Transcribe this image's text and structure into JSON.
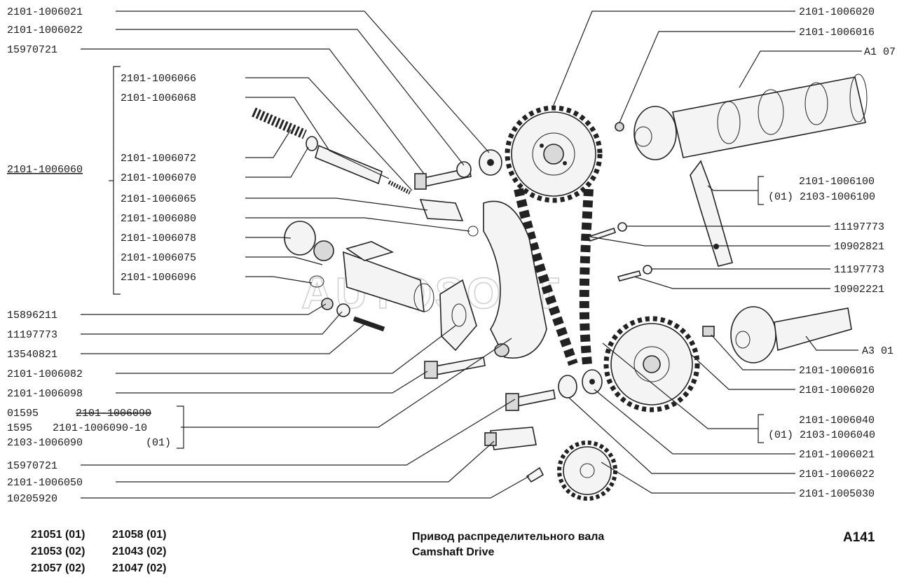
{
  "labels_left": [
    {
      "id": "l1",
      "text": "2101-1006021"
    },
    {
      "id": "l2",
      "text": "2101-1006022"
    },
    {
      "id": "l3",
      "text": "15970721"
    },
    {
      "id": "l4",
      "text": "2101-1006066"
    },
    {
      "id": "l5",
      "text": "2101-1006068"
    },
    {
      "id": "l6",
      "text": "2101-1006060"
    },
    {
      "id": "l7",
      "text": "2101-1006072"
    },
    {
      "id": "l8",
      "text": "2101-1006070"
    },
    {
      "id": "l9",
      "text": "2101-1006065"
    },
    {
      "id": "l10",
      "text": "2101-1006080"
    },
    {
      "id": "l11",
      "text": "2101-1006078"
    },
    {
      "id": "l12",
      "text": "2101-1006075"
    },
    {
      "id": "l13",
      "text": "2101-1006096"
    },
    {
      "id": "l14",
      "text": "15896211"
    },
    {
      "id": "l15",
      "text": "11197773"
    },
    {
      "id": "l16",
      "text": "13540821"
    },
    {
      "id": "l17",
      "text": "2101-1006082"
    },
    {
      "id": "l18",
      "text": "2101-1006098"
    },
    {
      "id": "l19a",
      "text": "01595"
    },
    {
      "id": "l19b",
      "text": "2101-1006090"
    },
    {
      "id": "l20a",
      "text": "1595"
    },
    {
      "id": "l20b",
      "text": "2101-1006090-10"
    },
    {
      "id": "l21a",
      "text": "2103-1006090"
    },
    {
      "id": "l21b",
      "text": "(01)"
    },
    {
      "id": "l22",
      "text": "15970721"
    },
    {
      "id": "l23",
      "text": "2101-1006050"
    },
    {
      "id": "l24",
      "text": "10205920"
    }
  ],
  "labels_right": [
    {
      "id": "r1",
      "text": "2101-1006020"
    },
    {
      "id": "r2",
      "text": "2101-1006016"
    },
    {
      "id": "r3",
      "text": "A1 07"
    },
    {
      "id": "r4a",
      "text": "2101-1006100"
    },
    {
      "id": "r4b",
      "text": "(01) 2103-1006100"
    },
    {
      "id": "r5",
      "text": "11197773"
    },
    {
      "id": "r6",
      "text": "10902821"
    },
    {
      "id": "r7",
      "text": "11197773"
    },
    {
      "id": "r8",
      "text": "10902221"
    },
    {
      "id": "r9",
      "text": "A3 01"
    },
    {
      "id": "r10",
      "text": "2101-1006016"
    },
    {
      "id": "r11",
      "text": "2101-1006020"
    },
    {
      "id": "r12a",
      "text": "2101-1006040"
    },
    {
      "id": "r12b",
      "text": "(01) 2103-1006040"
    },
    {
      "id": "r13",
      "text": "2101-1006021"
    },
    {
      "id": "r14",
      "text": "2101-1006022"
    },
    {
      "id": "r15",
      "text": "2101-1005030"
    }
  ],
  "models": [
    {
      "id": "m1",
      "text": "21051 (01)"
    },
    {
      "id": "m2",
      "text": "21058 (01)"
    },
    {
      "id": "m3",
      "text": "21053 (02)"
    },
    {
      "id": "m4",
      "text": "21043 (02)"
    },
    {
      "id": "m5",
      "text": "21057 (02)"
    },
    {
      "id": "m6",
      "text": "21047 (02)"
    }
  ],
  "title_ru": "Привод распределительного вала",
  "title_en": "Camshaft Drive",
  "page_code": "A141",
  "watermark": "AUTOSOFT"
}
